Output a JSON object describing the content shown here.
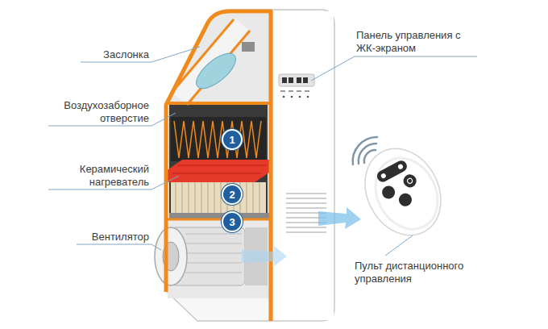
{
  "diagram": {
    "nodes": [
      {
        "text": [
          "1"
        ]
      },
      {
        "text": [
          "2"
        ]
      },
      {
        "text": [
          "3"
        ]
      }
    ],
    "labels": [
      "Заслонка",
      "Воздухозаборное отверстие",
      "Керамический нагреватель",
      "Вентилятор",
      "Панель управления с ЖК-экраном",
      "Пульт дистанционного управления"
    ]
  }
}
